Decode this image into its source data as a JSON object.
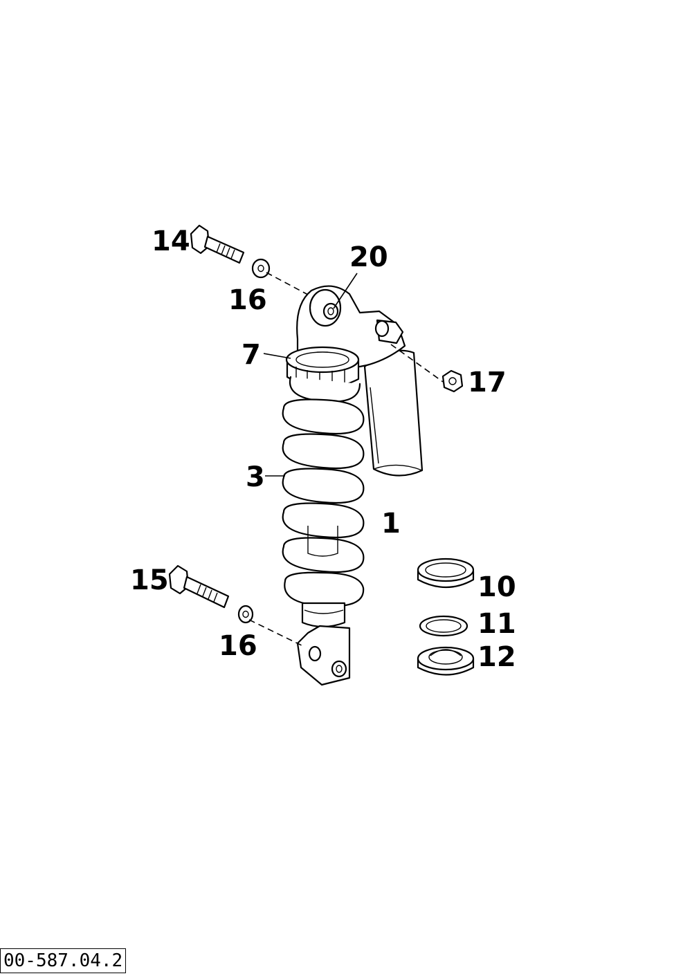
{
  "callouts": {
    "c1": "1",
    "c3": "3",
    "c7": "7",
    "c10": "10",
    "c11": "11",
    "c12": "12",
    "c14": "14",
    "c15": "15",
    "c16_top": "16",
    "c16_bottom": "16",
    "c17": "17",
    "c20": "20"
  },
  "drawing_number": "00-587.04.2"
}
